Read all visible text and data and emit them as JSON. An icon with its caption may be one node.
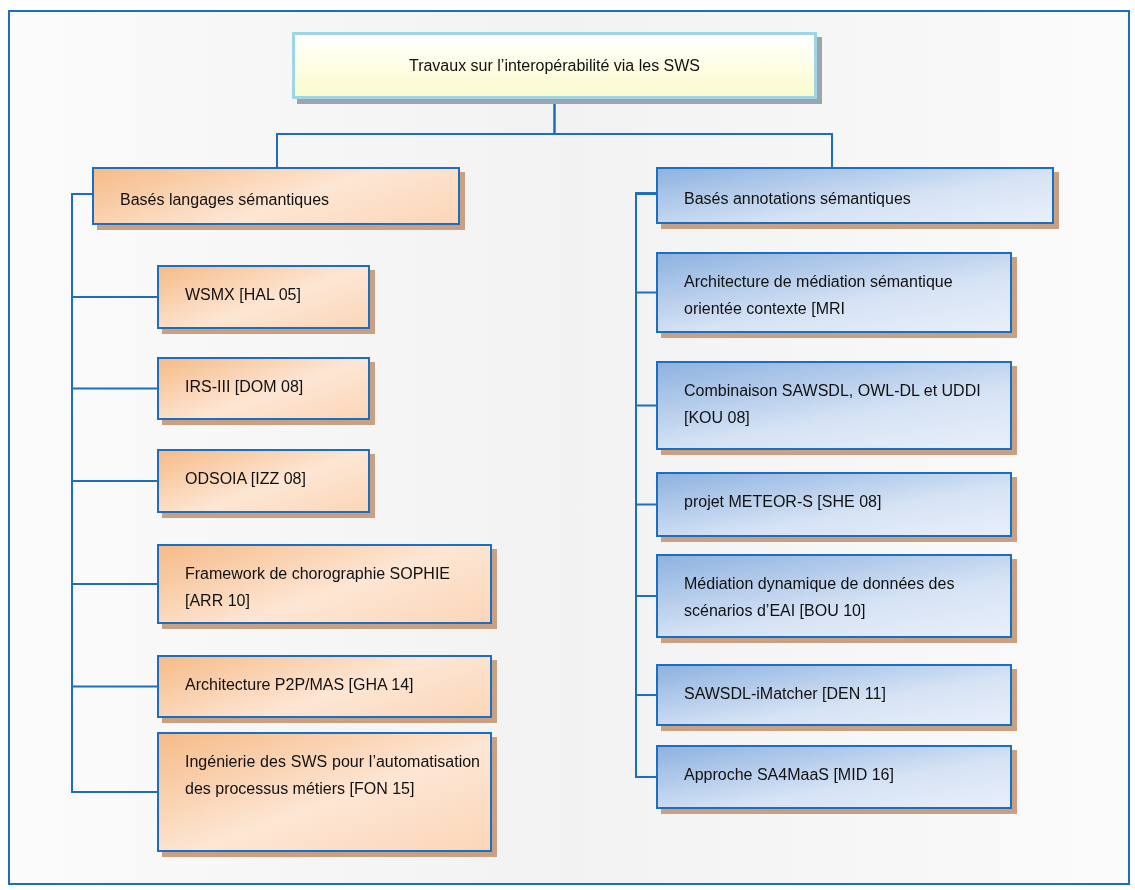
{
  "diagram": {
    "nodes": [
      {
        "text": [
          "Travaux sur l’interopérabilité via les SWS"
        ]
      },
      {
        "text": [
          "Basés langages sémantiques"
        ]
      },
      {
        "text": [
          "Basés annotations sémantiques"
        ]
      },
      {
        "text": [
          "WSMX [HAL 05]"
        ]
      },
      {
        "text": [
          "IRS-III [DOM 08]"
        ]
      },
      {
        "text": [
          "ODSOIA  [IZZ 08]"
        ]
      },
      {
        "text": [
          "Framework de chorographie SOPHIE [ARR 10]"
        ]
      },
      {
        "text": [
          "Architecture P2P/MAS [GHA 14]"
        ]
      },
      {
        "text": [
          "Ingénierie des SWS pour l’automatisation des processus métiers [FON 15]"
        ]
      },
      {
        "text": [
          "Architecture de médiation sémantique orientée contexte [MRI"
        ]
      },
      {
        "text": [
          "Combinaison SAWSDL, OWL-DL et UDDI [KOU 08]"
        ]
      },
      {
        "text": [
          "projet METEOR-S [SHE 08]"
        ]
      },
      {
        "text": [
          "Médiation dynamique de données des scénarios d’EAI [BOU 10]"
        ]
      },
      {
        "text": [
          "SAWSDL-iMatcher [DEN 11]"
        ]
      },
      {
        "text": [
          "Approche SA4MaaS [MID 16]"
        ]
      }
    ],
    "edges": [
      {
        "from": 0,
        "to": 1,
        "arrow": "none"
      },
      {
        "from": 0,
        "to": 2,
        "arrow": "none"
      },
      {
        "from": 1,
        "to": 3,
        "arrow": "none"
      },
      {
        "from": 1,
        "to": 4,
        "arrow": "none"
      },
      {
        "from": 1,
        "to": 5,
        "arrow": "none"
      },
      {
        "from": 1,
        "to": 6,
        "arrow": "none"
      },
      {
        "from": 1,
        "to": 7,
        "arrow": "none"
      },
      {
        "from": 1,
        "to": 8,
        "arrow": "none"
      },
      {
        "from": 2,
        "to": 9,
        "arrow": "none"
      },
      {
        "from": 2,
        "to": 10,
        "arrow": "none"
      },
      {
        "from": 2,
        "to": 11,
        "arrow": "none"
      },
      {
        "from": 2,
        "to": 12,
        "arrow": "none"
      },
      {
        "from": 2,
        "to": 13,
        "arrow": "none"
      },
      {
        "from": 2,
        "to": 14,
        "arrow": "none"
      }
    ]
  }
}
